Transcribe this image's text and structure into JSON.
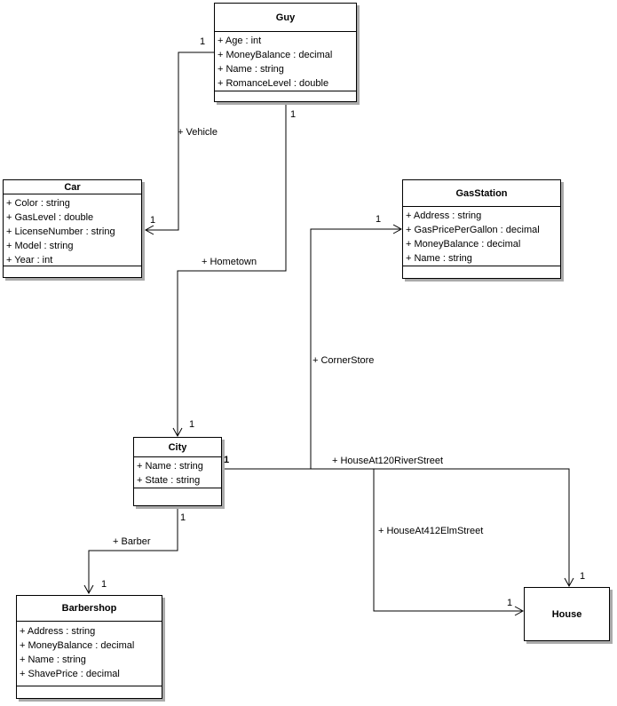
{
  "colors": {
    "line": "#000000",
    "box_fill": "#ffffff",
    "box_border": "#000000",
    "box_shadow": "#aaaaaa",
    "text": "#000000"
  },
  "classes": {
    "guy": {
      "name": "Guy",
      "attributes": [
        "+ Age : int",
        "+ MoneyBalance : decimal",
        "+ Name : string",
        "+ RomanceLevel : double"
      ]
    },
    "car": {
      "name": "Car",
      "attributes": [
        "+ Color : string",
        "+ GasLevel : double",
        "+ LicenseNumber : string",
        "+ Model : string",
        "+ Year : int"
      ]
    },
    "gas_station": {
      "name": "GasStation",
      "attributes": [
        "+ Address : string",
        "+ GasPricePerGallon : decimal",
        "+ MoneyBalance : decimal",
        "+ Name : string"
      ]
    },
    "city": {
      "name": "City",
      "attributes": [
        "+ Name : string",
        "+ State : string"
      ]
    },
    "barbershop": {
      "name": "Barbershop",
      "attributes": [
        "+ Address : string",
        "+ MoneyBalance : decimal",
        "+ Name : string",
        "+ ShavePrice : decimal"
      ]
    },
    "house": {
      "name": "House"
    }
  },
  "associations": {
    "vehicle": {
      "label": "+ Vehicle",
      "mult_guy_end": "1",
      "mult_car_end": "1"
    },
    "hometown": {
      "label": "+ Hometown",
      "mult_guy_end": "1",
      "mult_city_end": "1"
    },
    "corner_store": {
      "label": "+ CornerStore",
      "mult_city_end": "1",
      "mult_gas_station_end": "1"
    },
    "house_at_120_river_street": {
      "label": "+ HouseAt120RiverStreet",
      "mult_house_end": "1"
    },
    "house_at_412_elm_street": {
      "label": "+ HouseAt412ElmStreet",
      "mult_house_end": "1"
    },
    "barber": {
      "label": "+ Barber",
      "mult_city_end": "1",
      "mult_barbershop_end": "1"
    }
  }
}
